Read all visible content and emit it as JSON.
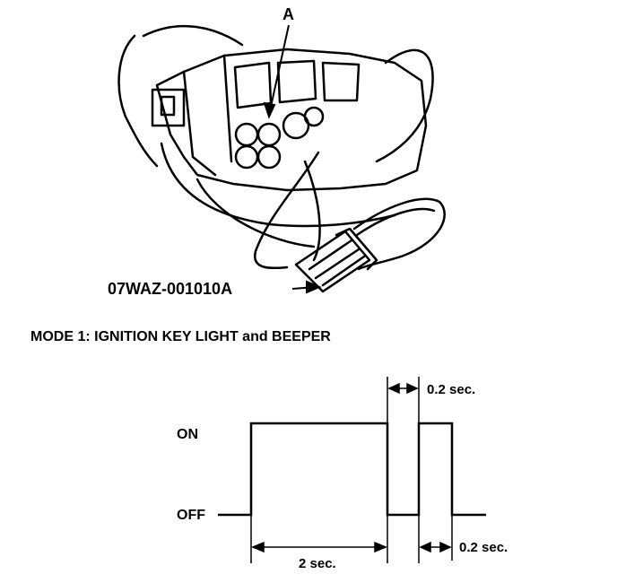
{
  "illustration": {
    "callout_a": "A",
    "tool_part_number": "07WAZ-001010A"
  },
  "timing": {
    "title": "MODE 1: IGNITION KEY LIGHT and BEEPER",
    "state_on": "ON",
    "state_off": "OFF",
    "duration_on": "2 sec.",
    "duration_gap": "0.2 sec.",
    "duration_second_on": "0.2 sec."
  }
}
